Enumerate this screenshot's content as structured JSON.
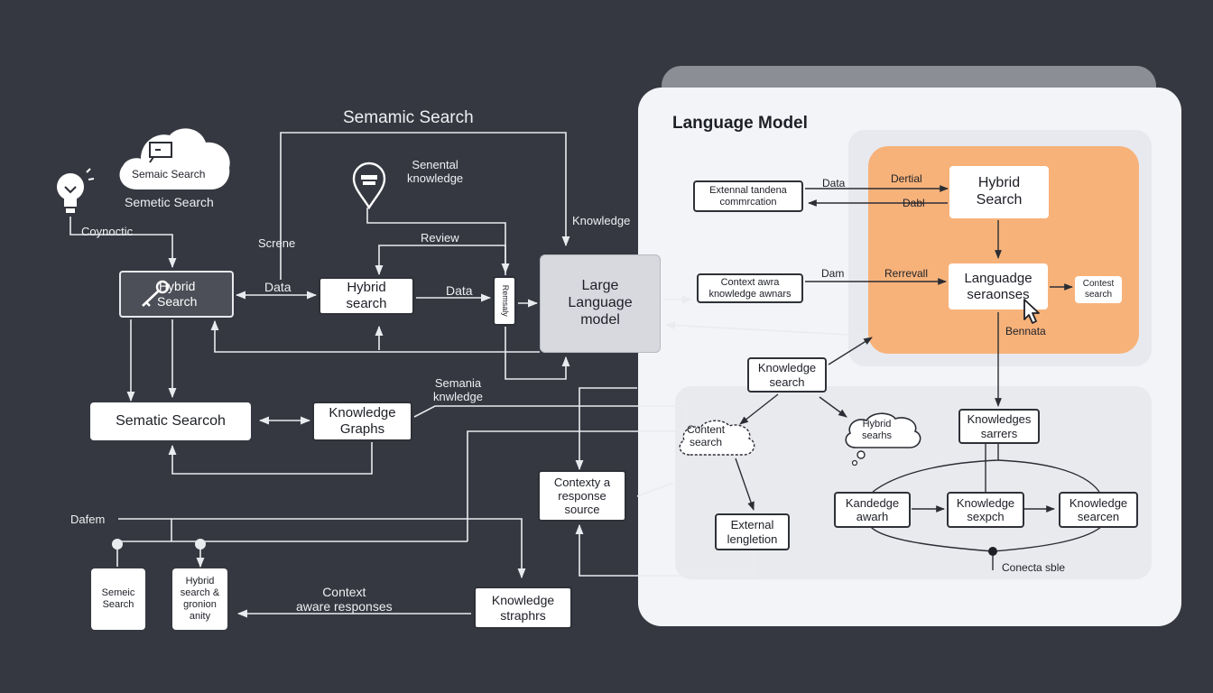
{
  "diagram": {
    "left": {
      "title": "Semamic Search",
      "cloud_label": "Semaic Search",
      "cloud_caption": "Semetic Search",
      "lightbulb_label": "Coynoctic",
      "hybrid_dark": "Hybrid\nSearch",
      "hybrid_center": "Hybrid\nsearch",
      "semantic_knowledge": "Senental\nknowledge",
      "screne": "Screne",
      "review": "Review",
      "data_left": "Data",
      "data_right": "Data",
      "knowledge_top": "Knowledge",
      "vertical_box": "Remsaly",
      "llm": "Large\nLanguage\nmodel",
      "semantic_search_box": "Sematic Searcoh",
      "knowledge_graphs": "Knowledge\nGraphs",
      "semantic_knowledge_2": "Semania\nknwledge",
      "context_source": "Contexty a\nresponse\nsource",
      "dafem": "Dafem",
      "semeic_search": "Semeic\nSearch",
      "hybrid_gramon": "Hybrid\nsearch &\ngronion\nanity",
      "context_aware": "Context\naware responses",
      "knowledge_straphrs": "Knowledge\nstraphrs"
    },
    "panel": {
      "title": "Language Model",
      "external_box": "Extennal tandena\ncommrcation",
      "data_a": "Data",
      "data_b": "Dam",
      "dertial": "Dertial",
      "dabl": "Dabl",
      "hybrid_search": "Hybrid\nSearch",
      "context_box": "Context awra\nknowledge awnars",
      "retrieval": "Rerrevall",
      "language_box": "Languadge\nseraonses",
      "context_search": "Contest\nsearch",
      "bennata": "Bennata",
      "knowledge_search": "Knowledge\nsearch",
      "content_search": "Content\nsearch",
      "hybrid_cloud": "Hybrid\nsearhs",
      "external_box_2": "External\nlengletion",
      "knowledges_box": "Knowledges\nsarrers",
      "kandege": "Kandedge\nawarh",
      "knowledge_sexpch": "Knowledge\nsexpch",
      "knowledge_searcen": "Knowledge\nsearcen",
      "conecta": "Conecta sble"
    }
  }
}
